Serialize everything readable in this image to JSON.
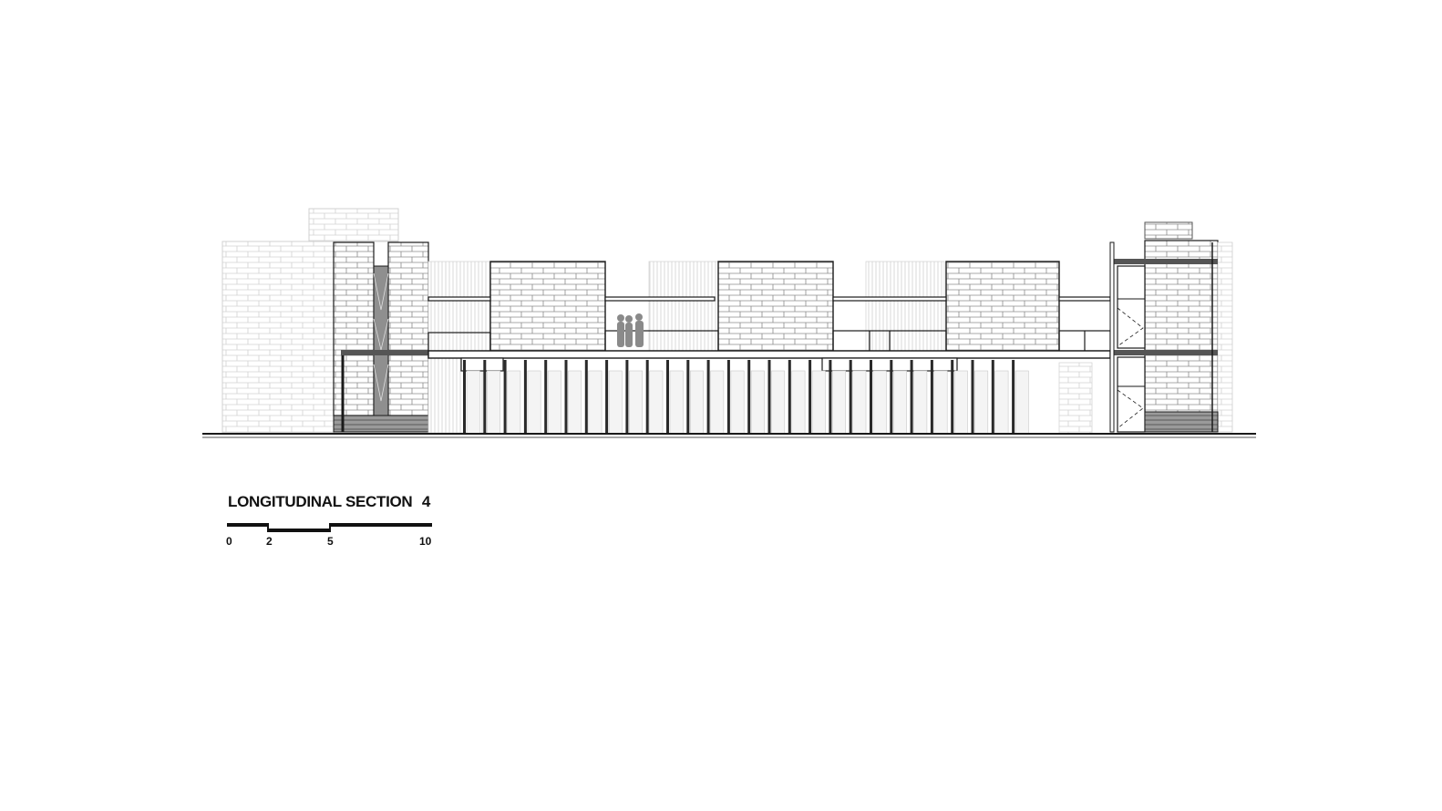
{
  "drawing": {
    "title": "LONGITUDINAL SECTION",
    "section_number": "4",
    "scale_bar": {
      "labels": [
        "0",
        "2",
        "5",
        "10"
      ]
    }
  },
  "colors": {
    "line": "#1a1a1a",
    "hatch": "#777777",
    "faint": "#c8c8c8",
    "figures": "#8a8a8a"
  }
}
